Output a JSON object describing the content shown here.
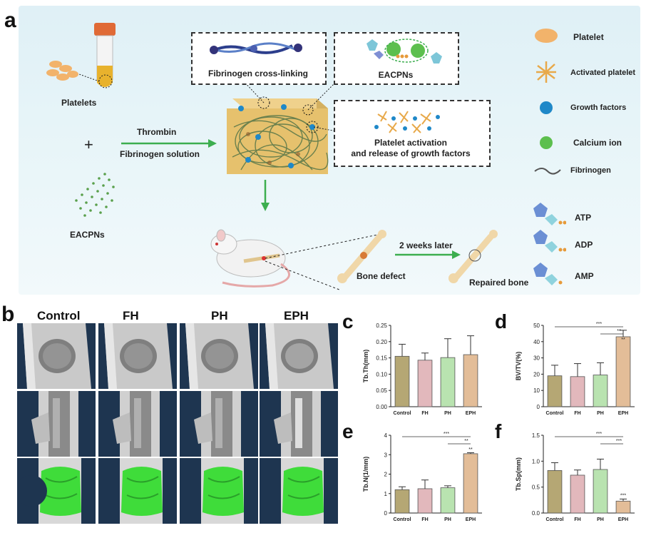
{
  "panel_a": {
    "letter": "a",
    "platelets_label": "Platelets",
    "plus": "+",
    "eacpns_label": "EACPNs",
    "thrombin": "Thrombin",
    "fibrinogen_solution": "Fibrinogen solution",
    "box_crosslink": "Fibrinogen cross-linking",
    "box_eacpns": "EACPNs",
    "box_activation_1": "Platelet activation",
    "box_activation_2": "and release of growth factors",
    "bone_defect": "Bone defect",
    "two_weeks": "2 weeks later",
    "repaired_bone": "Repaired bone",
    "legend": [
      {
        "label": "Platelet",
        "icon": "platelet-icon"
      },
      {
        "label": "Activated platelet",
        "icon": "activated-platelet-icon"
      },
      {
        "label": "Growth factors",
        "icon": "growth-factor-icon"
      },
      {
        "label": "Calcium ion",
        "icon": "calcium-ion-icon"
      },
      {
        "label": "Fibrinogen",
        "icon": "fibrinogen-icon"
      },
      {
        "label": "ATP",
        "icon": "atp-icon"
      },
      {
        "label": "ADP",
        "icon": "adp-icon"
      },
      {
        "label": "AMP",
        "icon": "amp-icon"
      }
    ]
  },
  "panel_b": {
    "letter": "b",
    "columns": [
      "Control",
      "FH",
      "PH",
      "EPH"
    ]
  },
  "colors": {
    "control": "#b5a774",
    "fh": "#e2b8bc",
    "ph": "#b9e3b0",
    "eph": "#e3bd98",
    "background_panel": "#e6f3f8",
    "arrow_green": "#3cae4f",
    "ct_background": "#1e3550",
    "regrowth_green": "#3fdc3a"
  },
  "chart_data": [
    {
      "panel": "c",
      "type": "bar",
      "categories": [
        "Control",
        "FH",
        "PH",
        "EPH"
      ],
      "values": [
        0.155,
        0.143,
        0.151,
        0.16
      ],
      "errors": [
        0.037,
        0.022,
        0.058,
        0.058
      ],
      "ylabel": "Tb.Th(mm)",
      "ylim": [
        0,
        0.25
      ],
      "yticks": [
        "0.00",
        "0.05",
        "0.10",
        "0.15",
        "0.20",
        "0.25"
      ],
      "significance": []
    },
    {
      "panel": "d",
      "type": "bar",
      "categories": [
        "Control",
        "FH",
        "PH",
        "EPH"
      ],
      "values": [
        19,
        18.5,
        19.5,
        43
      ],
      "errors": [
        6.5,
        8,
        7.5,
        4
      ],
      "ylabel": "BV/TV(%)",
      "ylim": [
        0,
        50
      ],
      "yticks": [
        "0",
        "10",
        "20",
        "30",
        "40",
        "50"
      ],
      "significance": [
        "***",
        "**",
        "**"
      ]
    },
    {
      "panel": "e",
      "type": "bar",
      "categories": [
        "Control",
        "FH",
        "PH",
        "EPH"
      ],
      "values": [
        1.2,
        1.25,
        1.3,
        3.05
      ],
      "errors": [
        0.15,
        0.45,
        0.1,
        0.05
      ],
      "ylabel": "Tb.N(1/mm)",
      "ylim": [
        0,
        4
      ],
      "yticks": [
        "0",
        "1",
        "2",
        "3",
        "4"
      ],
      "significance": [
        "***",
        "**",
        "**"
      ]
    },
    {
      "panel": "f",
      "type": "bar",
      "categories": [
        "Control",
        "FH",
        "PH",
        "EPH"
      ],
      "values": [
        0.82,
        0.73,
        0.84,
        0.23
      ],
      "errors": [
        0.15,
        0.1,
        0.2,
        0.04
      ],
      "ylabel": "Tb.Sp(mm)",
      "ylim": [
        0,
        1.5
      ],
      "yticks": [
        "0.0",
        "0.5",
        "1.0",
        "1.5"
      ],
      "significance": [
        "***",
        "***",
        "***"
      ]
    }
  ]
}
